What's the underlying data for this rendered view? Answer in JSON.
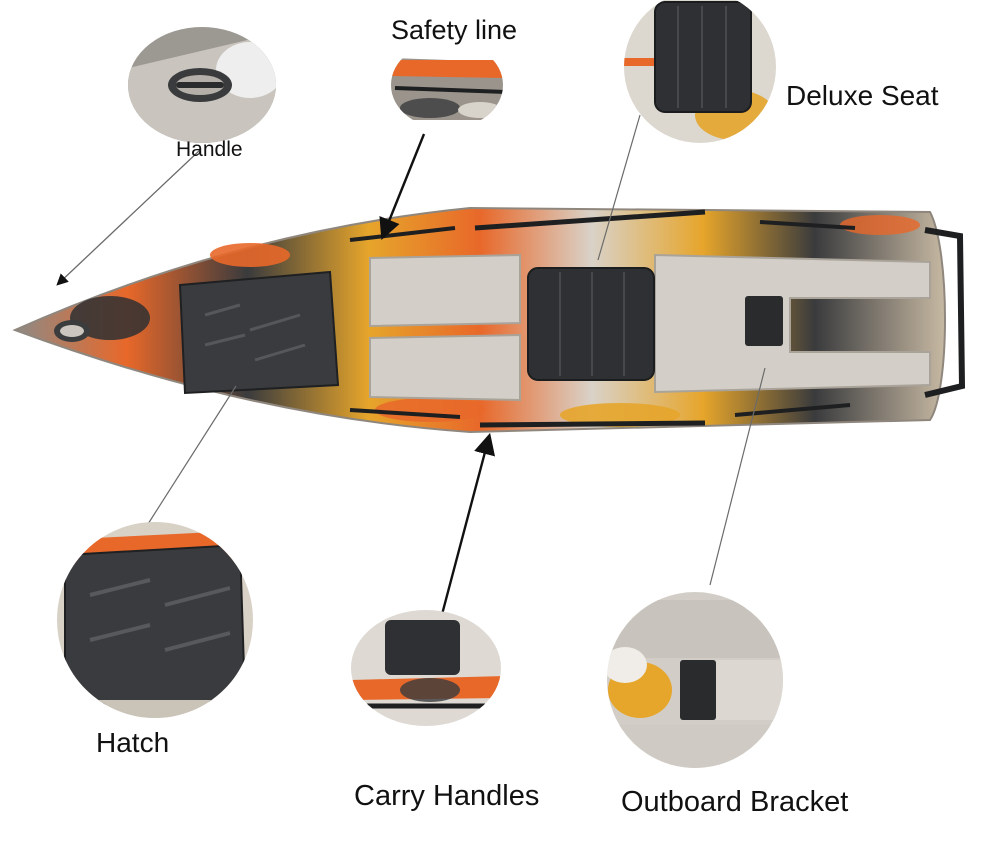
{
  "labels": {
    "handle": "Handle",
    "safety_line": "Safety line",
    "deluxe_seat": "Deluxe Seat",
    "hatch": "Hatch",
    "carry_handles": "Carry Handles",
    "outboard_bracket": "Outboard Bracket"
  },
  "colors": {
    "hull_orange": "#e8682a",
    "hull_yellow": "#e6a52b",
    "hull_gray": "#b9b4ad",
    "deck_panel": "#cfcbc5",
    "hardware_black": "#2e2f31",
    "leader_line": "#6b6b6b",
    "arrow": "#111111"
  }
}
